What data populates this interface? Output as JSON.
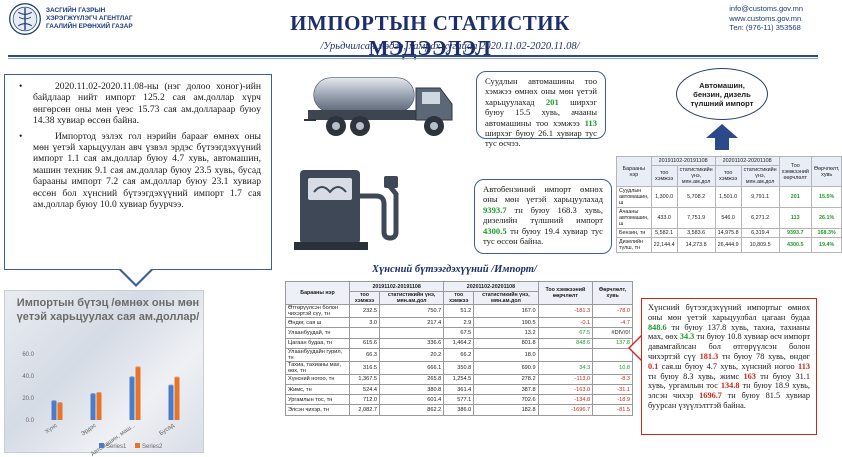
{
  "header": {
    "org_line1": "ЗАСГИЙН ГАЗРЫН",
    "org_line2": "ХЭРЭГЖҮҮЛЭГЧ АГЕНТЛАГ",
    "org_line3": "ГААЛИЙН ЕРӨНХИЙ ГАЗАР",
    "title": "ИМПОРТЫН СТАТИСТИК МЭДЭЭЛЭЛ",
    "subtitle": "/Урьдчилсан мэдээ, хамрах хугацаа 2020.11.02-2020.11.08/",
    "email": "info@customs.gov.mn",
    "website": "www.customs.gov.mn",
    "phone": "Тел: (976-11) 353568"
  },
  "summary": {
    "para1": "2020.11.02-2020.11.08-ны (нэг долоо хоног)-ийн байдлаар нийт импорт 125.2 сая ам.доллар хүрч өнгөрсөн оны мөн үеэс 15.73 сая ам.доллараар буюу 14.38 хувиар өссөн байна.",
    "para2": "Импортод эзлэх гол нэрийн бараағ өмнөх оны мөн үетэй харьцуулан авч үзвэл эрдэс бүтээгдэхүүний импорт 1.1 сая ам.доллар буюу 4.7 хувь, автомашин, машин техник 9.1 сая ам.доллар буюу 23.5 хувь, бусад барааны импорт 7.2 сая ам.доллар буюу 23.1 хувиар өссөн бол хүнсний бүтээгдэхүүний импорт 1.7 сая ам.доллар буюу 10.0 хувиар буурчээ."
  },
  "vehicles_callout": {
    "pre": "Суудлын автомашины тоо хэмжээ өмнөх оны мөн үетэй харьцуулахад ",
    "num1": "201",
    "mid1": " ширхэг буюу 15.5 хувь, ачааны автомашины тоо хэмжээ ",
    "num2": "113",
    "post": " ширхэг буюу 26.1 хувиар тус тус өсчээ."
  },
  "fuel_callout": {
    "pre": "Автобензиний импорт өмнөх оны мөн үетэй харьцуулахад ",
    "num1": "9393.7",
    "mid1": " тн буюу 168.3 хувь, дизелийн түлшний импорт ",
    "num2": "4300.5",
    "post": " тн буюу 19.4 хувиар тус тус өссөн байна."
  },
  "ellipse_label": "Автомашин, бензин, дизель түлшний импорт",
  "small_table": {
    "col_name": "Барааны нэр",
    "period1": "20191102-20191108",
    "period2": "20201102-20201108",
    "col_qty": "тоо хэмжээ",
    "col_value": "статистикийн үнэ, мян.ам.дол",
    "col_diff": "Тоо хэмжээний өөрчлөлт",
    "col_change": "Өөрчлөлт, хувь",
    "rows": [
      {
        "name": "Суудлын автомашин, ш",
        "q1": "1,300.0",
        "v1": "5,708.2",
        "q2": "1,501.0",
        "v2": "9,791.1",
        "diff": "201",
        "pct": "15.5%"
      },
      {
        "name": "Ачааны автомашин, ш",
        "q1": "433.0",
        "v1": "7,751.9",
        "q2": "546.0",
        "v2": "6,271.2",
        "diff": "113",
        "pct": "26.1%"
      },
      {
        "name": "Бензин, тн",
        "q1": "5,582.1",
        "v1": "3,583.6",
        "q2": "14,975.8",
        "v2": "6,319.4",
        "diff": "9393.7",
        "pct": "168.3%"
      },
      {
        "name": "Дизелийн түлш, тн",
        "q1": "22,144.4",
        "v1": "14,273.8",
        "q2": "26,444.9",
        "v2": "10,809.5",
        "diff": "4300.5",
        "pct": "19.4%"
      }
    ]
  },
  "section_title": "Хүнсний бүтээгдэхүүний /Импорт/",
  "chart_data": {
    "type": "bar",
    "title": "Импортын бүтэц /өмнөх оны мөн үетэй харьцуулах сая ам.доллар/",
    "categories": [
      "Хүнс",
      "Эрдэс",
      "Автомашин, маш...",
      "Бусад"
    ],
    "series": [
      {
        "name": "Series1",
        "values": [
          17.0,
          23.4,
          38.7,
          31.2
        ],
        "color": "#4a7cc9"
      },
      {
        "name": "Series2",
        "values": [
          15.3,
          24.5,
          47.8,
          38.4
        ],
        "color": "#e8742c"
      }
    ],
    "y_ticks": [
      "0.0",
      "20.0",
      "40.0",
      "60.0"
    ],
    "ylim": [
      0,
      60
    ],
    "legend": [
      "Series1",
      "Series2"
    ]
  },
  "main_table": {
    "col_name": "Барааны нэр",
    "period1": "20191102-20191108",
    "period2": "20201102-20201108",
    "col_qty": "тоо хэмжээ",
    "col_value": "статистикийн үнэ, мян.ам.дол",
    "col_diff": "Тоо хэмжээний өөрчлөлт",
    "col_change": "Өөрчлөлт, хувь",
    "rows": [
      {
        "name": "Өтгөрүүлсэн болон чихэртэй сүү, тн",
        "q1": "232.5",
        "v1": "750.7",
        "q2": "51.2",
        "v2": "167.0",
        "diff": "-181.3",
        "pct": "-78.0",
        "diff_color": "red",
        "pct_color": "red"
      },
      {
        "name": "Өндөг, сая ш",
        "q1": "3.0",
        "v1": "217.4",
        "q2": "2.9",
        "v2": "190.5",
        "diff": "-0.1",
        "pct": "-4.7",
        "diff_color": "red",
        "pct_color": "red"
      },
      {
        "name": "Улаанбуудай, тн",
        "q1": "",
        "v1": "",
        "q2": "67.5",
        "v2": "13.2",
        "diff": "67.5",
        "pct": "#DIV/0!",
        "diff_color": "green",
        "pct_color": ""
      },
      {
        "name": "Цагаан будаа, тн",
        "q1": "615.6",
        "v1": "336.6",
        "q2": "1,464.2",
        "v2": "801.8",
        "diff": "848.6",
        "pct": "137.8",
        "diff_color": "green",
        "pct_color": "green"
      },
      {
        "name": "Улаанбуудайн гурил, тн",
        "q1": "66.3",
        "v1": "20.2",
        "q2": "66.2",
        "v2": "18.0",
        "diff": "",
        "pct": "",
        "diff_color": "",
        "pct_color": ""
      },
      {
        "name": "Тахиа, тахианы мах, өөх, тн",
        "q1": "316.5",
        "v1": "666.1",
        "q2": "350.8",
        "v2": "690.9",
        "diff": "34.3",
        "pct": "10.8",
        "diff_color": "green",
        "pct_color": "green"
      },
      {
        "name": "Хүнсний ногоо, тн",
        "q1": "1,367.5",
        "v1": "265.8",
        "q2": "1,254.5",
        "v2": "278.2",
        "diff": "-113.0",
        "pct": "-8.3",
        "diff_color": "red",
        "pct_color": "red"
      },
      {
        "name": "Жимс, тн",
        "q1": "524.4",
        "v1": "380.8",
        "q2": "361.4",
        "v2": "387.8",
        "diff": "-163.0",
        "pct": "-31.1",
        "diff_color": "red",
        "pct_color": "red"
      },
      {
        "name": "Ургамлын тос, тн",
        "q1": "712.0",
        "v1": "601.4",
        "q2": "577.1",
        "v2": "702.6",
        "diff": "-134.8",
        "pct": "-18.9",
        "diff_color": "red",
        "pct_color": "red"
      },
      {
        "name": "Элсэн чихэр, тн",
        "q1": "2,082.7",
        "v1": "862.2",
        "q2": "386.0",
        "v2": "182.8",
        "diff": "-1696.7",
        "pct": "-81.5",
        "diff_color": "red",
        "pct_color": "red"
      }
    ]
  },
  "import_callout": {
    "t1": "Хүнсний бүтээгдэхүүний импортыг өмнөх оны мөн үетэй харьцуулбал цагаан будаа ",
    "n1": "848.6",
    "t2": " тн буюу 137.8 хувь, тахиа, тахианы мах, өөх ",
    "n2": "34.3",
    "t3": " тн буюу 10.8 хувиар өсч импорт давамгайлсан бол өтгөрүүлсэн болон чихэртэй сүү ",
    "n3": "181.3",
    "t4": " тн буюу 78 хувь, өндөг ",
    "n4": "0.1",
    "t5": " сая.ш буюу 4.7 хувь, хүнсний ногоо ",
    "n5": "113",
    "t6": " тн буюу 8.3 хувь, жимс ",
    "n6": "163",
    "t7": " тн буюу 31.1 хувь, ургамлын тос ",
    "n7": "134.8",
    "t8": " тн буюу 18.9 хувь, элсэн чихэр ",
    "n8": "1696.7",
    "t9": " тн буюу 81.5 хувиар буурсан үзүүлэлттэй байна."
  }
}
